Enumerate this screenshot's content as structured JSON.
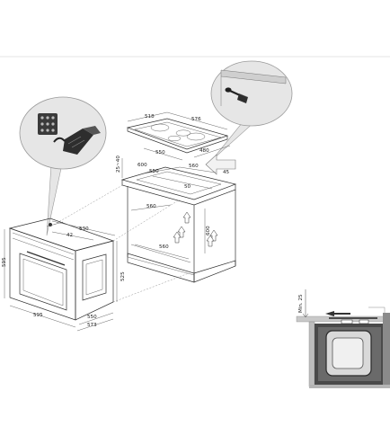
{
  "colors": {
    "line": "#333333",
    "callout_fill": "#e6e6e6",
    "callout_stroke": "#9a9a9a",
    "photo_dark": "#4a4a4a"
  },
  "hob_dims": {
    "top_depth": "518",
    "top_width": "576",
    "cutout_width": "550",
    "cutout_depth": "480"
  },
  "cabinet_dims": {
    "height": "25~40",
    "top_width": "600",
    "inner_width": "550",
    "rear_gap": "560",
    "hob_depth": "45",
    "inner_depth": "560",
    "cut_height": "50",
    "side": "600",
    "bottom_width": "560"
  },
  "oven_dims": {
    "depth": "530",
    "door": "42",
    "height": "595",
    "front_width": "595",
    "panel_depth": "550",
    "side_height": "525",
    "body_depth": "573"
  },
  "install_photo": {
    "min_label": "Min. 25"
  }
}
